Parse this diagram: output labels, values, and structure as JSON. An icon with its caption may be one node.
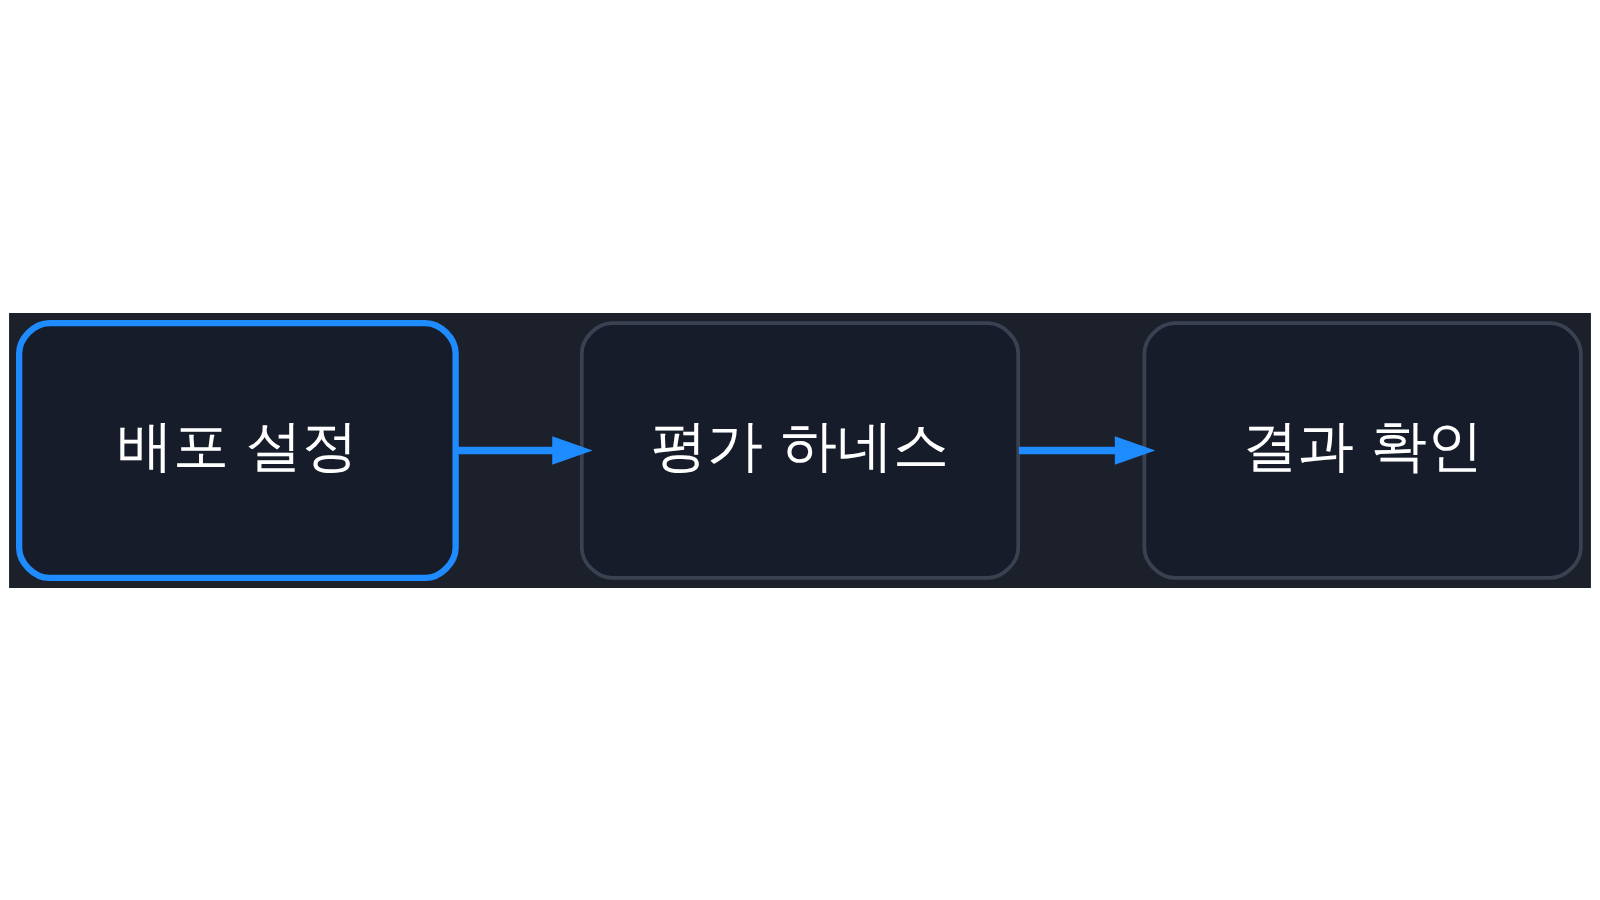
{
  "diagram": {
    "nodes": [
      {
        "text": [
          "배포 설정"
        ]
      },
      {
        "text": [
          "평가 하네스"
        ]
      },
      {
        "text": [
          "결과 확인"
        ]
      }
    ],
    "edges": [
      {
        "from": 0,
        "to": 1,
        "arrow": "to"
      },
      {
        "from": 1,
        "to": 2,
        "arrow": "to"
      }
    ]
  }
}
